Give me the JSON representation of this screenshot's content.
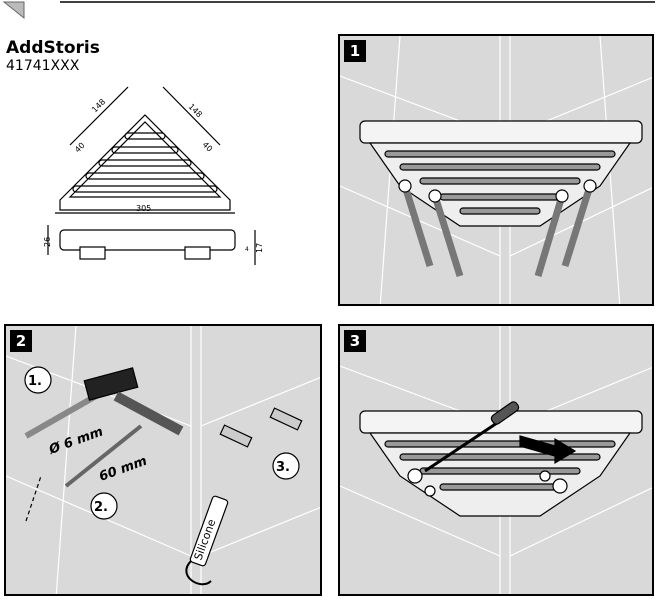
{
  "product": {
    "name": "AddStoris",
    "code": "41741XXX"
  },
  "dimensions": {
    "side_a": "148",
    "side_b": "148",
    "depth_a": "40",
    "depth_b": "40",
    "width": "305",
    "height": "26",
    "foot": "17",
    "foot_gap": "4"
  },
  "steps": [
    {
      "number": "1"
    },
    {
      "number": "2",
      "substeps": [
        "1.",
        "2.",
        "3."
      ],
      "drill_diameter": "Ø 6 mm",
      "drill_depth": "60 mm",
      "silicone_label": "Silicone"
    },
    {
      "number": "3"
    }
  ]
}
